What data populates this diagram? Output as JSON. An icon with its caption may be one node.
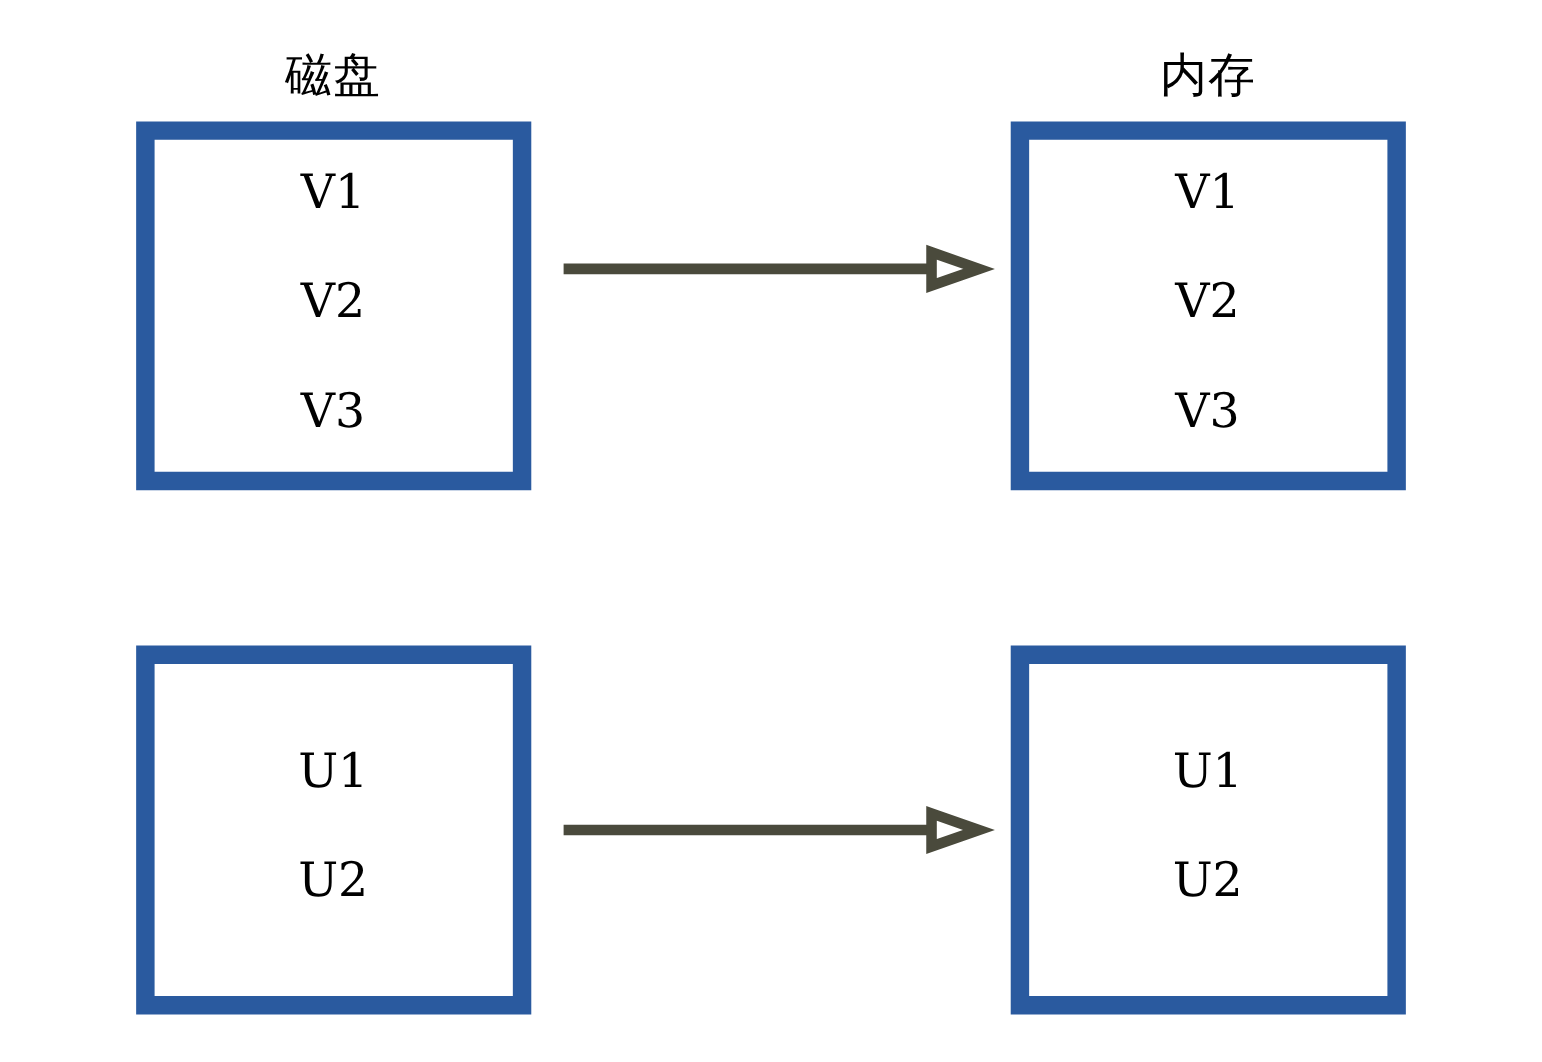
{
  "diagram": {
    "nodes": [
      {
        "text": [
          "磁盘",
          "V1",
          "V2",
          "V3"
        ]
      },
      {
        "text": [
          "内存",
          "V1",
          "V2",
          "V3"
        ]
      },
      {
        "text": [
          "U1",
          "U2"
        ]
      },
      {
        "text": [
          "U1",
          "U2"
        ]
      }
    ],
    "edges": [
      {
        "from": 0,
        "to": 1,
        "arrow": "to"
      },
      {
        "from": 2,
        "to": 3,
        "arrow": "to"
      }
    ]
  }
}
